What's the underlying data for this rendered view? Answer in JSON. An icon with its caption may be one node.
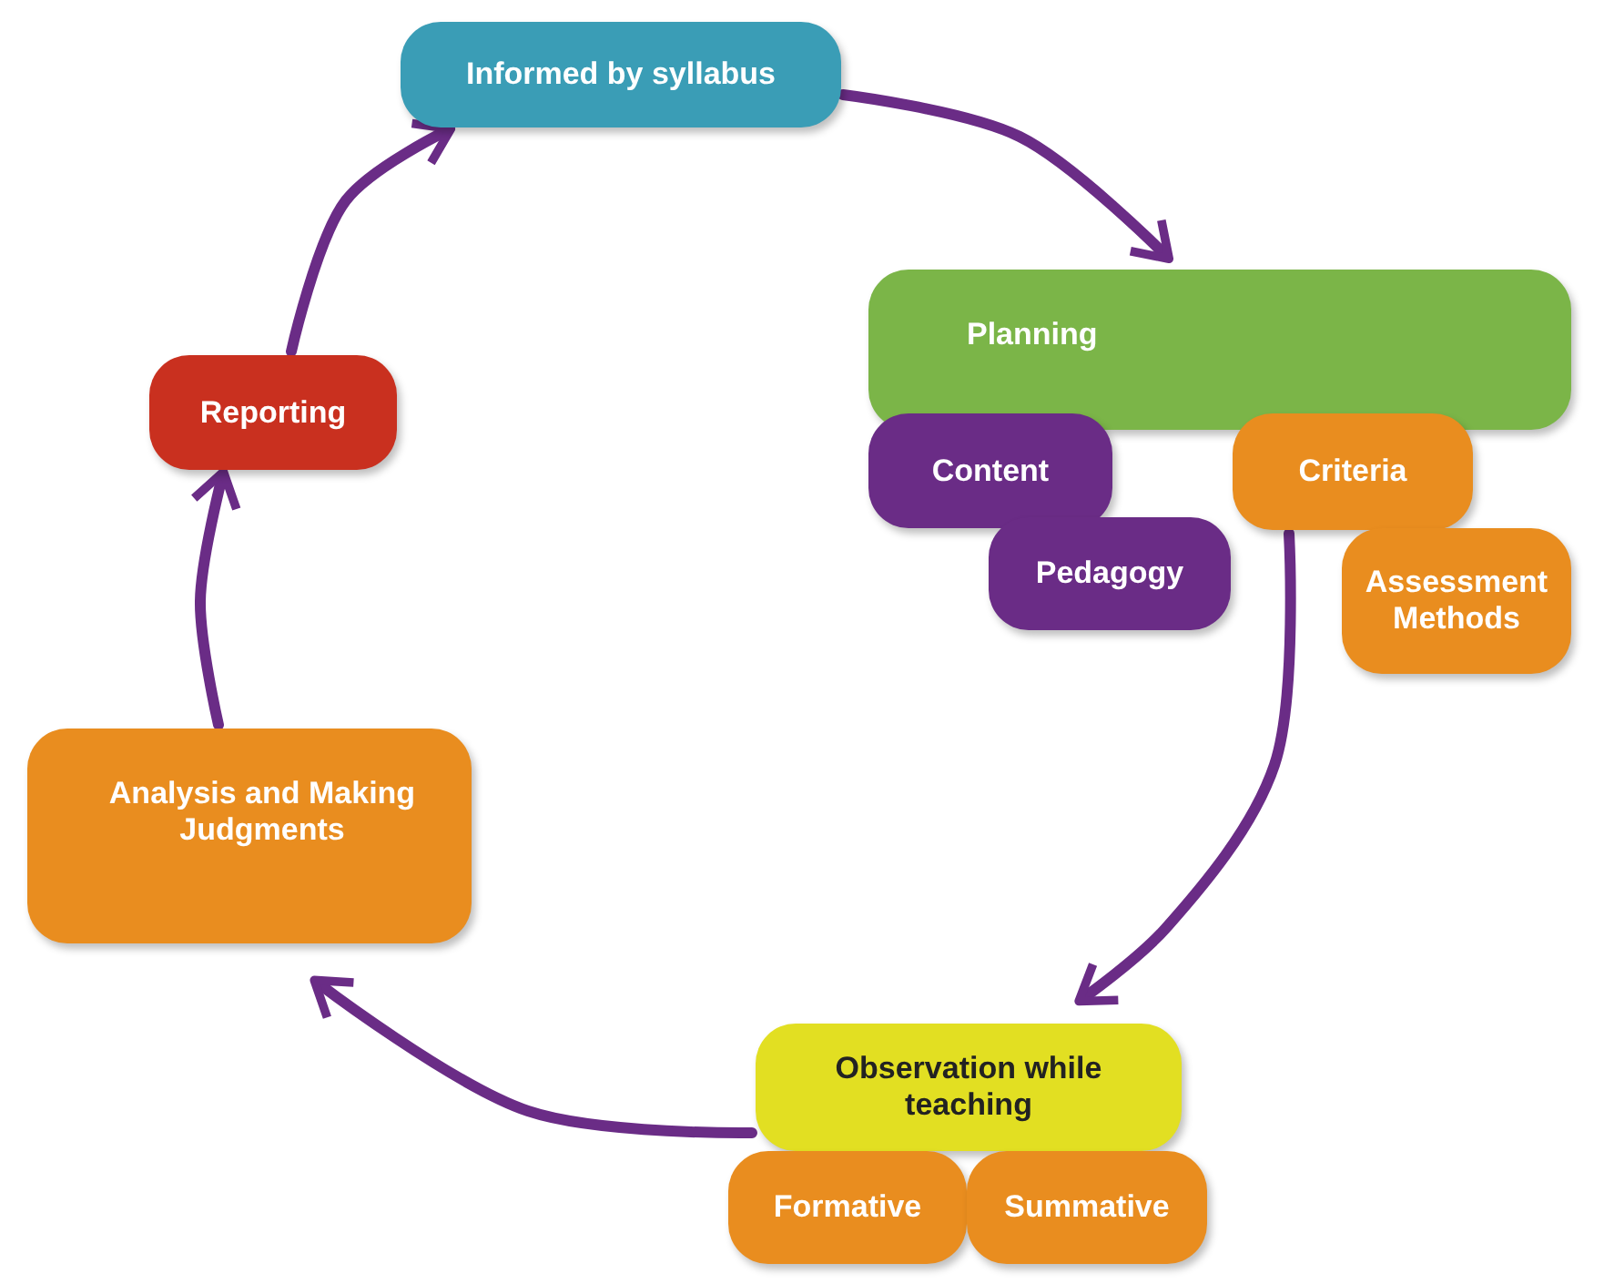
{
  "diagram": {
    "nodes": [
      {
        "text": [
          "Informed by syllabus"
        ]
      },
      {
        "text": [
          "Planning"
        ]
      },
      {
        "text": [
          "Content"
        ]
      },
      {
        "text": [
          "Pedagogy"
        ]
      },
      {
        "text": [
          "Criteria"
        ]
      },
      {
        "text": [
          "Assessment Methods"
        ]
      },
      {
        "text": [
          "Observation while teaching"
        ]
      },
      {
        "text": [
          "Formative"
        ]
      },
      {
        "text": [
          "Summative"
        ]
      },
      {
        "text": [
          "Analysis and Making Judgments"
        ]
      },
      {
        "text": [
          "Reporting"
        ]
      }
    ],
    "edges": [
      {
        "from": 0,
        "to": 1,
        "arrow": "to"
      },
      {
        "from": 4,
        "to": 6,
        "arrow": "to"
      },
      {
        "from": 6,
        "to": 9,
        "arrow": "to"
      },
      {
        "from": 9,
        "to": 10,
        "arrow": "to"
      },
      {
        "from": 10,
        "to": 0,
        "arrow": "to"
      }
    ]
  }
}
